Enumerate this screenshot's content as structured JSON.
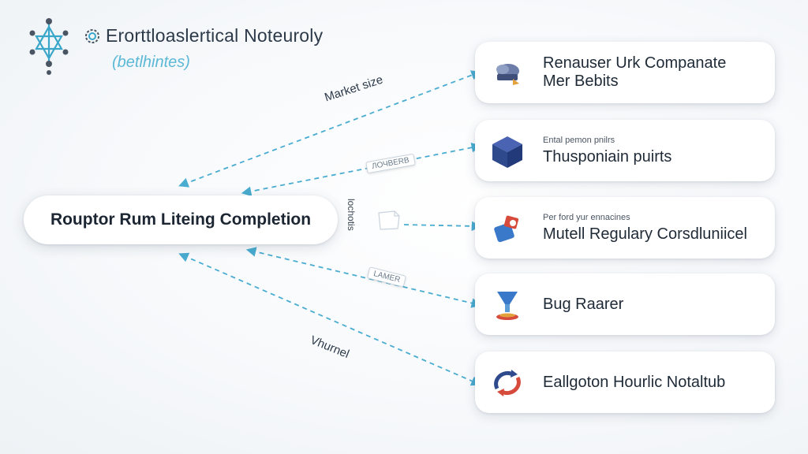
{
  "header": {
    "title": "Erorttloaslertical Noteuroly",
    "subtitle": "(betlhintes)",
    "logo_icon": "network-star-icon",
    "title_icon": "gear-icon"
  },
  "center": {
    "label": "Rouptor Rum Liteing Completion"
  },
  "edge_labels": {
    "market_size": "Market size",
    "vhurnel": "Vhurnel",
    "tag_upper": "ЛОЧВЕRВ",
    "tag_lower": "LAMER",
    "vertical": "lochotis"
  },
  "cards": [
    {
      "small": "",
      "label_lines": [
        "Renauser Urk Companate",
        "Mer Bebits"
      ],
      "icon": "cloud-storage-icon"
    },
    {
      "small": "Ental pemon pnilrs",
      "label_lines": [
        "Thusponiain puirts"
      ],
      "icon": "cube-icon"
    },
    {
      "small": "Per ford yur ennacines",
      "label_lines": [
        "Mutell Regulary Corsdluniicel"
      ],
      "icon": "shield-box-icon"
    },
    {
      "small": "",
      "label_lines": [
        "Bug Raarer"
      ],
      "icon": "funnel-icon"
    },
    {
      "small": "",
      "label_lines": [
        "Eallgoton Hourlic Notaltub"
      ],
      "icon": "loop-arrows-icon"
    }
  ],
  "colors": {
    "accent": "#3aa6c9",
    "line": "#49acd0",
    "dark_blue": "#2f4a8c",
    "red": "#d64b3c"
  }
}
